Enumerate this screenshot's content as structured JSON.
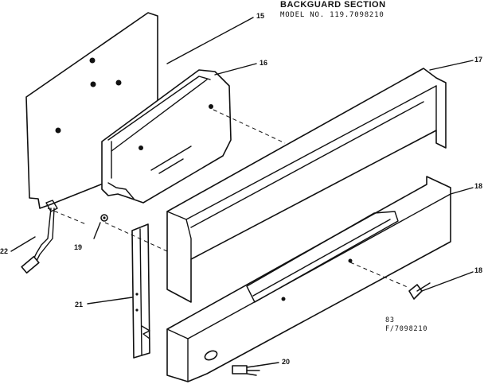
{
  "header": {
    "title": "BACKGUARD SECTION",
    "model_line": "MODEL NO. 119.7098210"
  },
  "footer_codes": {
    "line1": "83",
    "line2": "F/7098210"
  },
  "callouts": [
    {
      "id": "p15",
      "label": "15"
    },
    {
      "id": "p16",
      "label": "16"
    },
    {
      "id": "p17",
      "label": "17"
    },
    {
      "id": "p18a",
      "label": "18"
    },
    {
      "id": "p18b",
      "label": "18"
    },
    {
      "id": "p19a",
      "label": "19"
    },
    {
      "id": "p20",
      "label": "20"
    },
    {
      "id": "p21",
      "label": "21"
    },
    {
      "id": "p22",
      "label": "22"
    }
  ]
}
